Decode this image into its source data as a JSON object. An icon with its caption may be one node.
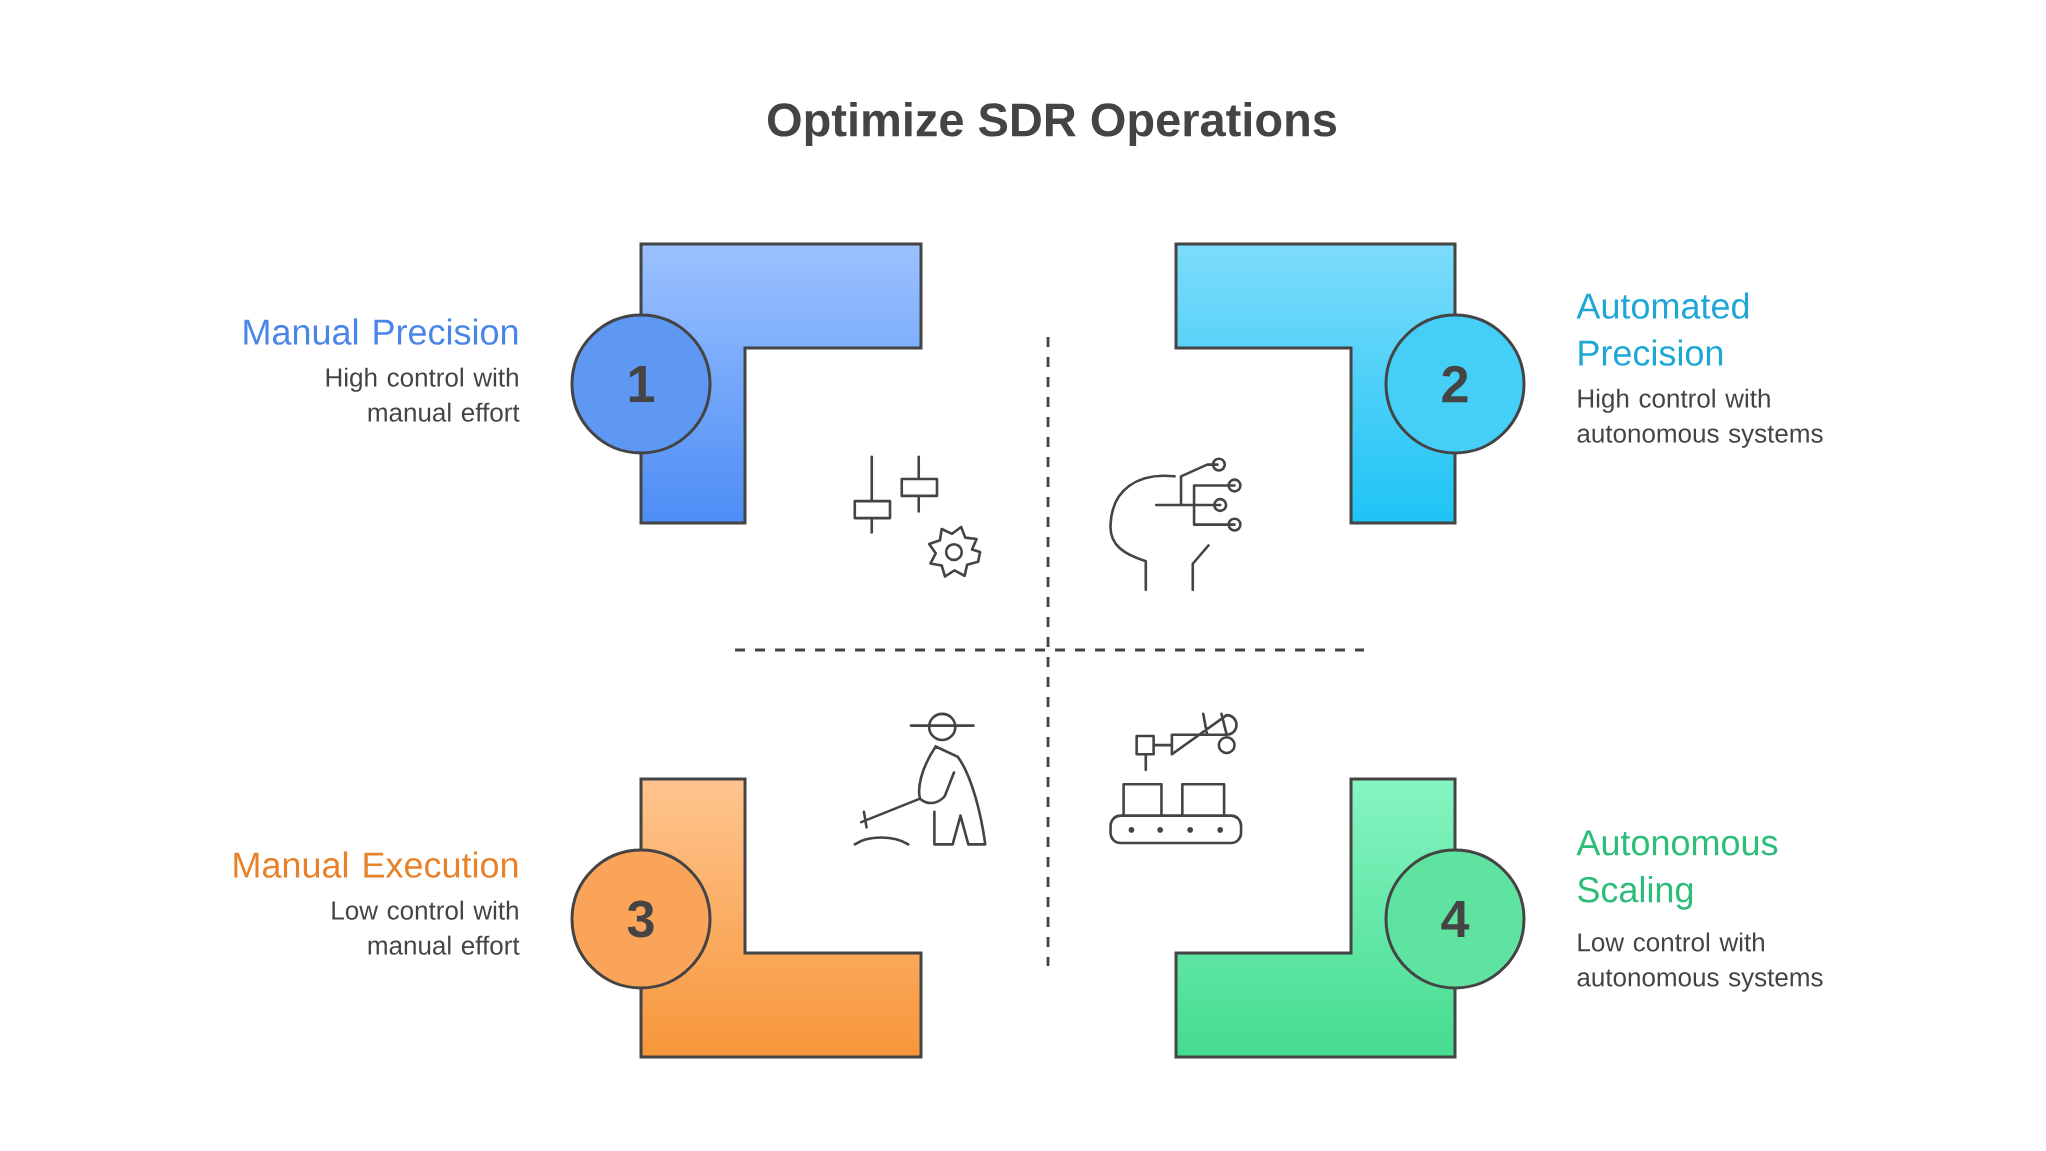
{
  "diagram": {
    "title": "Optimize SDR Operations",
    "nodes": [
      {
        "text": [
          "1"
        ],
        "beside": [
          "Manual Precision",
          "High control with manual effort"
        ]
      },
      {
        "text": [
          "2"
        ],
        "beside": [
          "Automated Precision",
          "High control with autonomous systems"
        ]
      },
      {
        "text": [
          "3"
        ],
        "beside": [
          "Manual Execution",
          "Low control with manual effort"
        ]
      },
      {
        "text": [
          "4"
        ],
        "beside": [
          "Autonomous Scaling",
          "Low control with autonomous systems"
        ]
      }
    ]
  }
}
